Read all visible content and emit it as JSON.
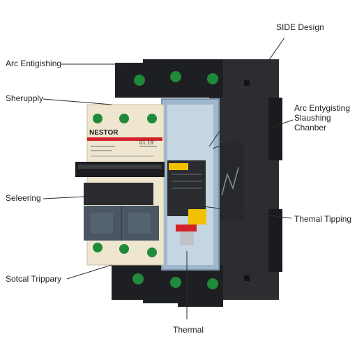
{
  "labels": {
    "side_design": "SIDE Design",
    "arc_extinguishing_left": "Arc Entigishing",
    "sherupply": "Sherupply",
    "selecting": "Seleering",
    "sotcal_trippary": "Sotcal Trippary",
    "thermal_bottom": "Thermal",
    "arc_chamber": [
      "Arc Entygisting",
      "Slaushing",
      "Chanber"
    ],
    "thermal_tipping": "Themal Tipping"
  },
  "device": {
    "brand": "NESTOR",
    "code": "01 19"
  },
  "colors": {
    "body_beige": "#efe6cf",
    "terminal_black": "#1d1f22",
    "terminal_green": "#1f8a3a",
    "front_slate": "#4a5664",
    "chamber_blue": "#9fb7cc",
    "red_stripe": "#d2232a",
    "yellow_part": "#f2c200"
  }
}
